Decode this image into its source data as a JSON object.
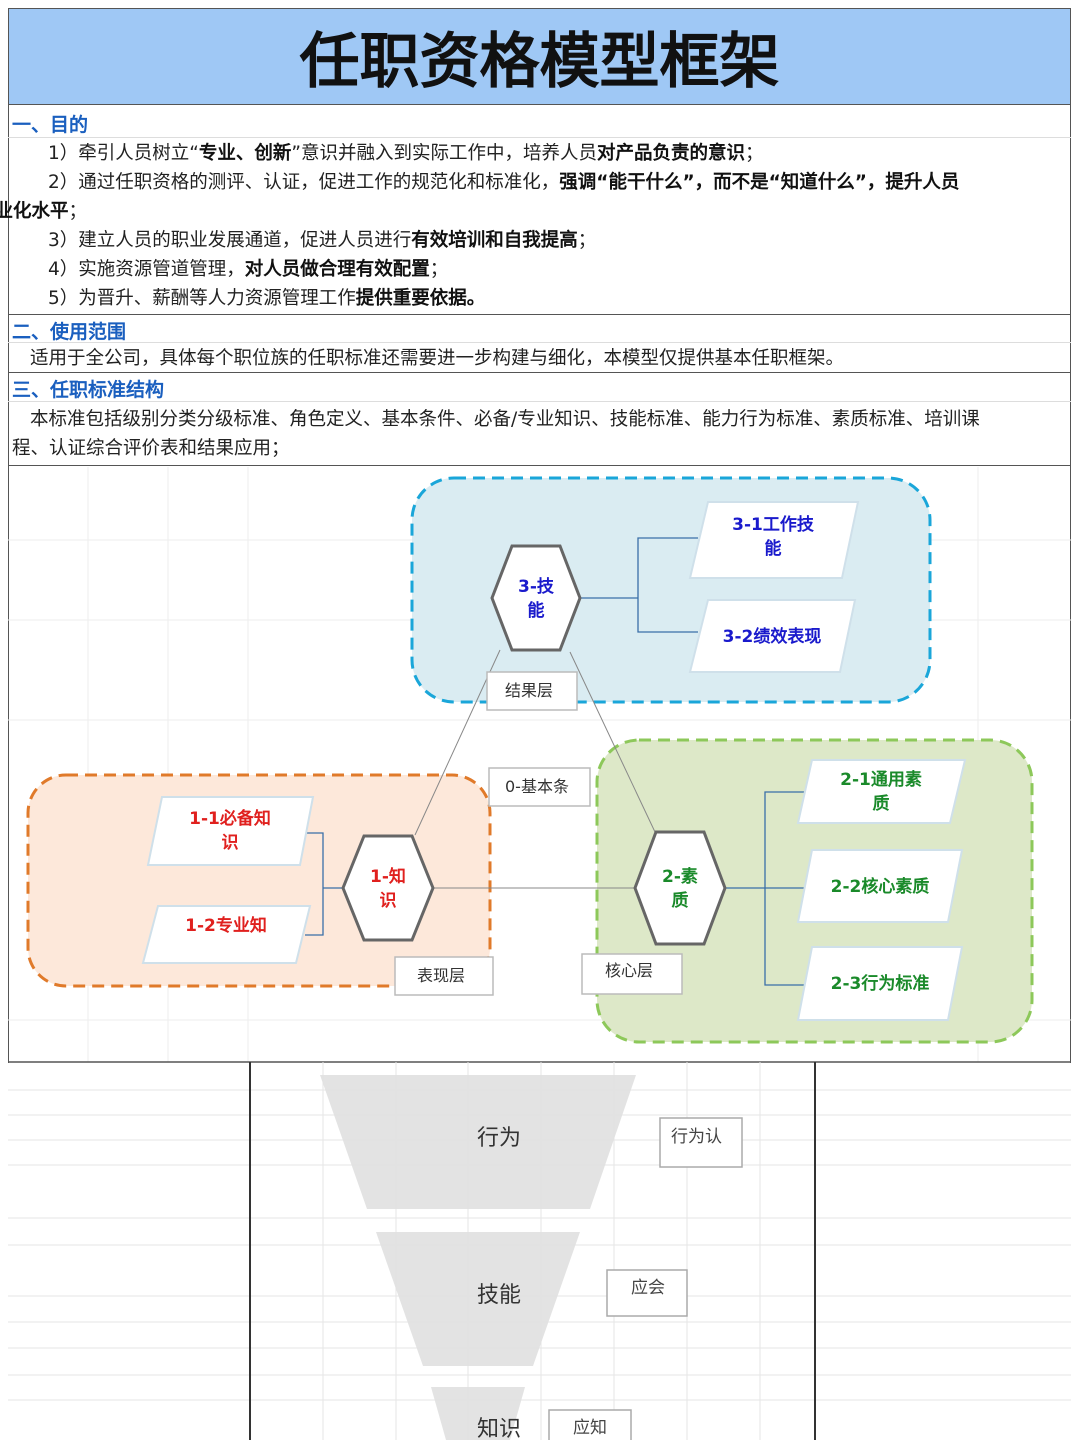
{
  "title": "任职资格模型框架",
  "sections": {
    "purpose": {
      "heading": "一、目的",
      "items": [
        {
          "a": "1）牵引人员树立“",
          "b": "专业、创新",
          "c": "”意识并融入到实际工作中，培养人员",
          "d": "对产品负责的意识",
          "e": "；"
        },
        {
          "a": "2）通过任职资格的测评、认证，促进工作的规范化和标准化，",
          "b": "强调“能干什么”，而不是“知道什么”，提升人员",
          "c": "职业化水平",
          "d": "；"
        },
        {
          "a": "3）建立人员的职业发展通道，促进人员进行",
          "b": "有效培训和自我提高",
          "c": "；"
        },
        {
          "a": "4）实施资源管道管理，",
          "b": "对人员做合理有效配置",
          "c": "；"
        },
        {
          "a": "5）为晋升、薪酬等人力资源管理工作",
          "b": "提供重要依据。"
        }
      ]
    },
    "scope": {
      "heading": "二、使用范围",
      "text": "适用于全公司，具体每个职位族的任职标准还需要进一步构建与细化，本模型仅提供基本任职框架。"
    },
    "structure": {
      "heading": "三、任职标准结构",
      "text1": "本标准包括级别分类分级标准、角色定义、基本条件、必备/专业知识、技能标准、能力行为标准、素质标准、培训课",
      "text2": "程、认证综合评价表和结果应用；"
    }
  },
  "diagram": {
    "hex_skill": [
      "3-技",
      "能"
    ],
    "hex_knowledge": [
      "1-知",
      "识"
    ],
    "hex_quality": [
      "2-素",
      "质"
    ],
    "box_3_1": [
      "3-1工作技",
      "能"
    ],
    "box_3_2": "3-2绩效表现",
    "box_1_1": [
      "1-1必备知",
      "识"
    ],
    "box_1_2": "1-2专业知",
    "box_2_1": [
      "2-1通用素",
      "质"
    ],
    "box_2_2": "2-2核心素质",
    "box_2_3": "2-3行为标准",
    "label_result": "结果层",
    "label_base": "0-基本条",
    "label_perform": "表现层",
    "label_core": "核心层",
    "colors": {
      "blue_text": "#1a1acc",
      "red_text": "#e0201e",
      "green_text": "#1a8a2a",
      "skill_zone": "#1aa6d9",
      "knowledge_zone": "#e07a2a",
      "quality_zone": "#8dc85a"
    }
  },
  "funnel": {
    "levels": [
      "行为",
      "技能",
      "知识"
    ],
    "notes": [
      "行为认",
      "应会",
      "应知"
    ]
  }
}
